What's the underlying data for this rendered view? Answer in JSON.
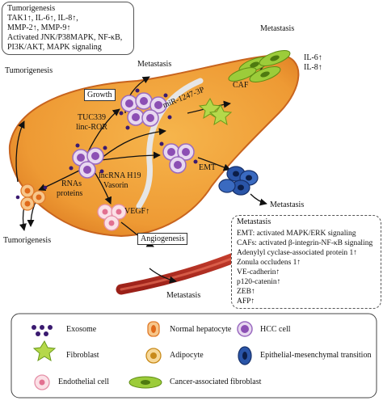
{
  "top_box": {
    "title": "Tumorigenesis",
    "lines": [
      "TAK1↑, IL-6↑, IL-8↑,",
      "MMP-2↑, MMP-9↑",
      "Activated JNK/P38MAPK, NF-κB,",
      "PI3K/AKT, MAPK signaling"
    ]
  },
  "labels": {
    "metastasis_top_right": "Metastasis",
    "caf_il6": "IL-6↑",
    "caf_il8": "IL-8↑",
    "caf": "CAF",
    "tumorigenesis_upper_left": "Tumorigenesis",
    "growth": "Growth",
    "metastasis_center_top": "Metastasis",
    "mir": "miR-1247-3P",
    "tuc339": "TUC339",
    "linc_ror": "linc-ROR",
    "emt": "EMT",
    "rnas": "RNAs",
    "proteins": "proteins",
    "lncrna": "lncRNA H19",
    "vasorin": "Vasorin",
    "vegf": "VEGF↑",
    "metastasis_emt": "Metastasis",
    "tumorigenesis_lower_left": "Tumorigenesis",
    "angiogenesis": "Angiogenesis",
    "metastasis_bottom": "Metastasis"
  },
  "metastasis_box": {
    "title": "Metastasis",
    "lines": [
      "EMT: activated MAPK/ERK signaling",
      "CAFs: activated β-integrin-NF-κB signaling",
      "Adenylyl cyclase-associated protein 1↑",
      "Zonula occludens 1↑",
      "VE-cadherin↑",
      "p120-catenin↑",
      "ZEB↑",
      "AFP↑"
    ]
  },
  "legend": {
    "items": [
      {
        "icon": "exosome-icon",
        "label": "Exosome"
      },
      {
        "icon": "normal-hepatocyte-icon",
        "label": "Normal hepatocyte"
      },
      {
        "icon": "hcc-cell-icon",
        "label": "HCC cell"
      },
      {
        "icon": "fibroblast-icon",
        "label": "Fibroblast"
      },
      {
        "icon": "adipocyte-icon",
        "label": "Adipocyte"
      },
      {
        "icon": "emt-cell-icon",
        "label": "Epithelial-mesenchymal transition"
      },
      {
        "icon": "endothelial-cell-icon",
        "label": "Endothelial cell"
      },
      {
        "icon": "caf-icon",
        "label": "Cancer-associated fibroblast"
      }
    ]
  },
  "colors": {
    "liver_fill": "#f0a23c",
    "liver_edge": "#c8641e",
    "hcc_purple": "#8c4fb4",
    "hcc_light": "#e8d8f0",
    "exosome": "#3a1a70",
    "emt_blue": "#2a55a8",
    "caf_green": "#8cbf2a",
    "vessel_red": "#c0302a",
    "normal_hepatocyte": "#f08a3a",
    "endothelial_pink": "#f2b0c0"
  }
}
